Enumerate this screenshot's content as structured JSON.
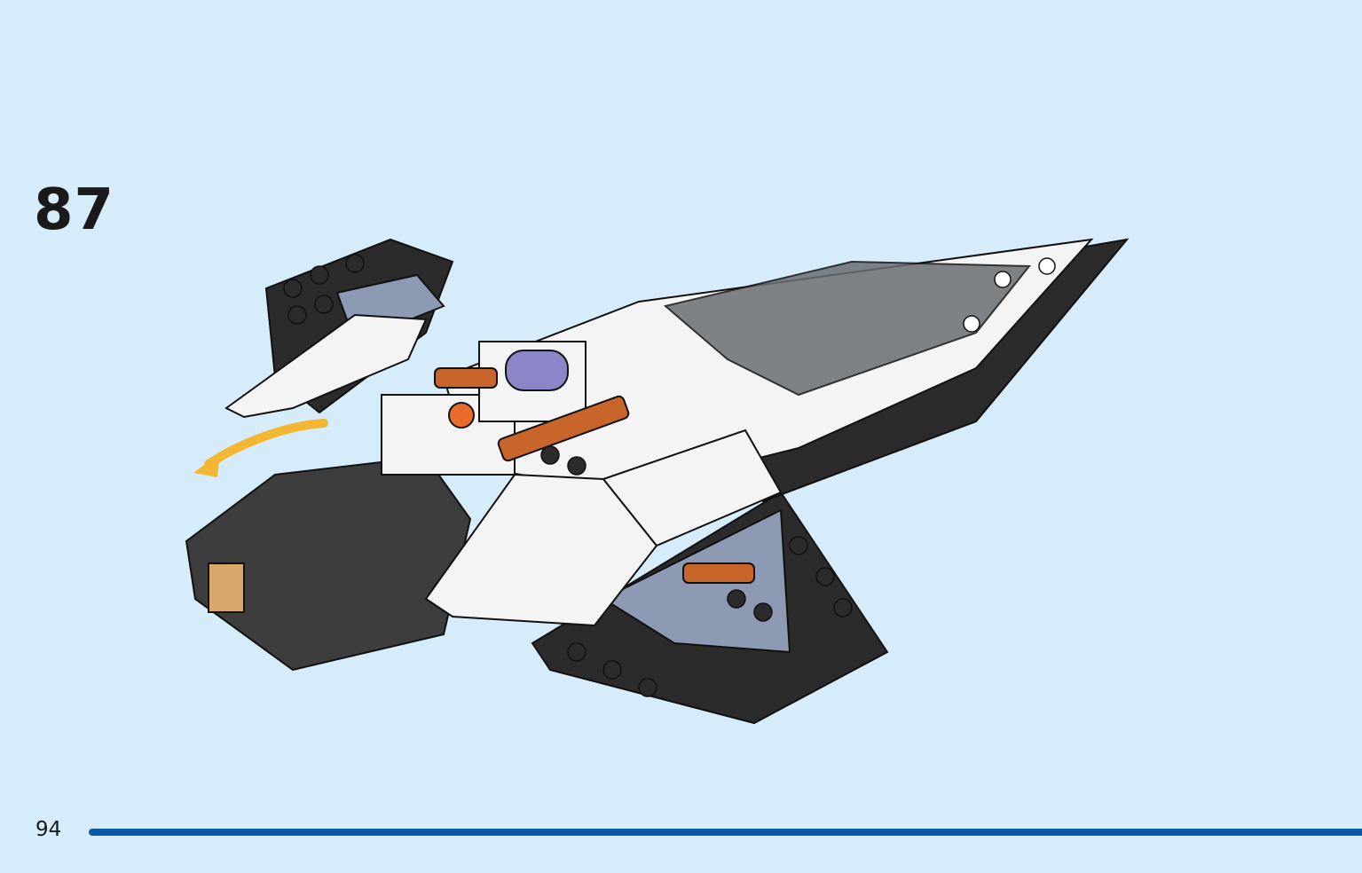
{
  "step": {
    "number": "87"
  },
  "footer": {
    "page_number": "94"
  },
  "illustration": {
    "subject": "spaceship-model",
    "arrow_icon": "curved-arrow-left-icon"
  },
  "colors": {
    "background": "#d6ecfb",
    "progress_bar": "#0c5aa6",
    "arrow": "#f2b632",
    "dark_plate": "#2b2b2b",
    "white_part": "#f4f4f4",
    "sand_blue": "#8c9ab4",
    "orange_part": "#c8652a",
    "purple_part": "#8a86c8"
  }
}
